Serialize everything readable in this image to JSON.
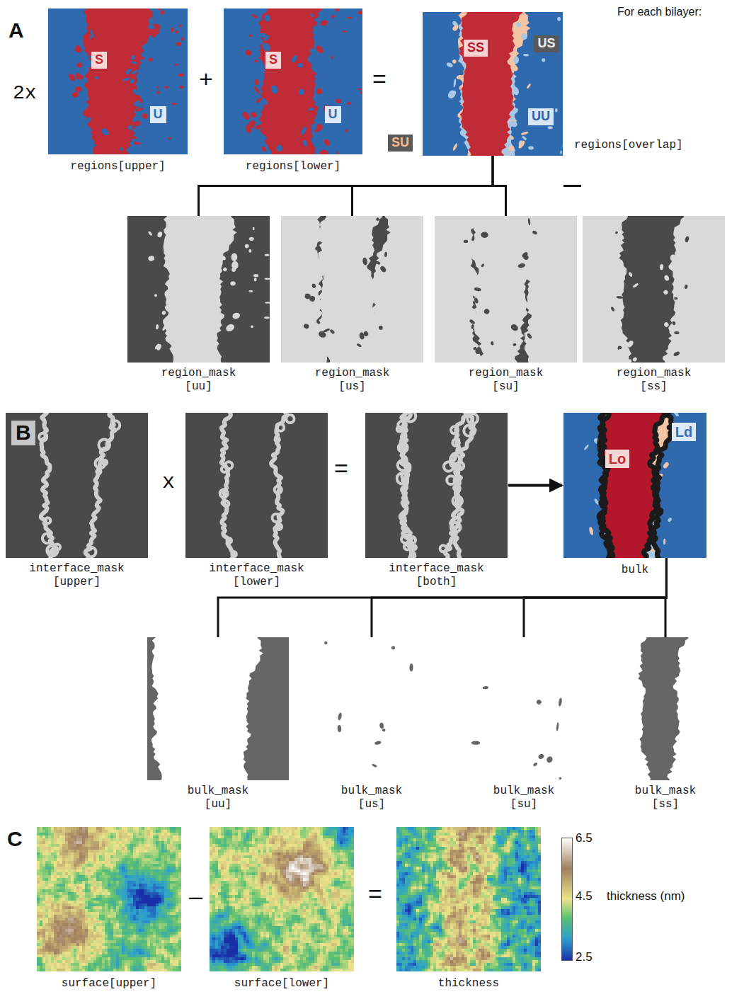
{
  "diagram": {
    "nodes": [
      {
        "text": [
          "regions[upper]"
        ]
      },
      {
        "text": [
          "S"
        ],
        "in": 0
      },
      {
        "text": [
          "U"
        ],
        "in": 0
      },
      {
        "text": [
          "regions[lower]"
        ]
      },
      {
        "text": [
          "S"
        ],
        "in": 3
      },
      {
        "text": [
          "U"
        ],
        "in": 3
      },
      {
        "text": [
          "regions[overlap]"
        ]
      },
      {
        "text": [
          "SS"
        ],
        "in": 6
      },
      {
        "text": [
          "US"
        ],
        "in": 6
      },
      {
        "text": [
          "UU"
        ],
        "in": 6
      },
      {
        "text": [
          "SU"
        ]
      },
      {
        "text": [
          "region_mask [uu]"
        ]
      },
      {
        "text": [
          "region_mask [us]"
        ]
      },
      {
        "text": [
          "region_mask [su]"
        ]
      },
      {
        "text": [
          "region_mask [ss]"
        ]
      },
      {
        "text": [
          "interface_mask [upper]"
        ]
      },
      {
        "text": [
          "interface_mask [lower]"
        ]
      },
      {
        "text": [
          "interface_mask [both]"
        ]
      },
      {
        "text": [
          "bulk"
        ]
      },
      {
        "text": [
          "Lo"
        ],
        "in": 18
      },
      {
        "text": [
          "Ld"
        ],
        "in": 18
      },
      {
        "text": [
          "bulk_mask [uu]"
        ]
      },
      {
        "text": [
          "bulk_mask [us]"
        ]
      },
      {
        "text": [
          "bulk_mask [su]"
        ]
      },
      {
        "text": [
          "bulk_mask [ss]"
        ]
      },
      {
        "text": [
          "surface[upper]"
        ]
      },
      {
        "text": [
          "surface[lower]"
        ]
      },
      {
        "text": [
          "thickness"
        ]
      }
    ],
    "edges": [
      {
        "from": 6,
        "to": 11,
        "arrow": "none"
      },
      {
        "from": 6,
        "to": 12,
        "arrow": "none"
      },
      {
        "from": 6,
        "to": 13,
        "arrow": "none"
      },
      {
        "from": 6,
        "to": 14,
        "arrow": "none"
      },
      {
        "from": 17,
        "to": 18,
        "arrow": "to"
      },
      {
        "from": 18,
        "to": 21,
        "arrow": "none"
      },
      {
        "from": 18,
        "to": 22,
        "arrow": "none"
      },
      {
        "from": 18,
        "to": 23,
        "arrow": "none"
      },
      {
        "from": 18,
        "to": 24,
        "arrow": "none"
      }
    ],
    "labels": [
      "A",
      "For each bilayer:",
      "2x",
      "+",
      "=",
      "B",
      "x",
      "=",
      "C",
      "–",
      "=",
      "6.5",
      "4.5",
      "2.5",
      "thickness (nm)"
    ]
  }
}
